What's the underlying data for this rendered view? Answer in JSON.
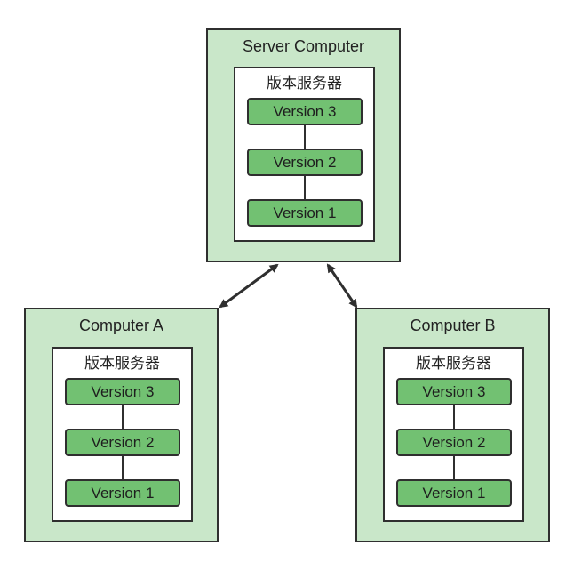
{
  "server": {
    "title": "Server Computer",
    "vc_label": "版本服务器",
    "versions": [
      "Version 3",
      "Version 2",
      "Version 1"
    ]
  },
  "computer_a": {
    "title": "Computer A",
    "vc_label": "版本服务器",
    "versions": [
      "Version 3",
      "Version 2",
      "Version 1"
    ]
  },
  "computer_b": {
    "title": "Computer B",
    "vc_label": "版本服务器",
    "versions": [
      "Version 3",
      "Version 2",
      "Version 1"
    ]
  },
  "colors": {
    "computer_fill": "#c9e7c9",
    "version_fill": "#72c172",
    "stroke": "#2f2f2f"
  }
}
